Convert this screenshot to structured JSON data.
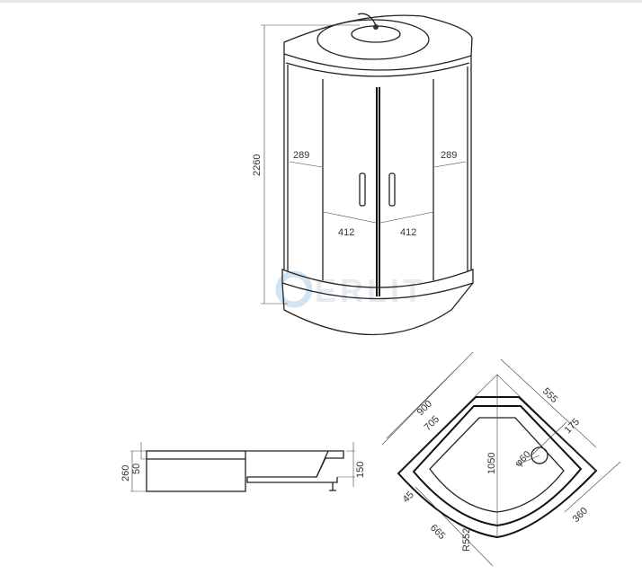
{
  "watermark": "ERLIT",
  "front_view": {
    "height": "2260",
    "side_left": "289",
    "side_right": "289",
    "door_left": "412",
    "door_right": "412"
  },
  "side_view": {
    "total": "260",
    "rim": "50",
    "tray": "150"
  },
  "top_view": {
    "side": "900",
    "inner": "705",
    "edge": "555",
    "drain_offset": "175",
    "drain": "φ60",
    "depth": "1050",
    "rim": "45",
    "front": "665",
    "radius": "R552",
    "drain_side": "360"
  }
}
